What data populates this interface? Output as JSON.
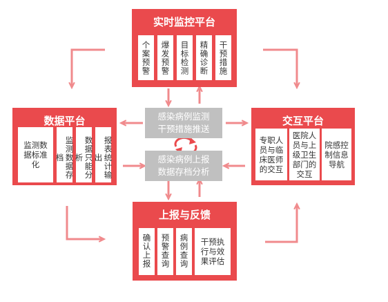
{
  "colors": {
    "accent": "#ea4a4d",
    "arrow": "#f08a8c",
    "center_box": "#c0c0c0"
  },
  "top": {
    "title": "实时监控平台",
    "cards": [
      "个案预警",
      "爆发预警",
      "目标检测",
      "精确诊断",
      "干预措施"
    ]
  },
  "left": {
    "title": "数据平台",
    "cards": [
      "监测数据标准化",
      "监测数据存档",
      "数据只能分析",
      "报表统计输出"
    ]
  },
  "right": {
    "title": "交互平台",
    "cards": [
      "专职人员与临床医师的交互",
      "医院人员与上级卫生部门的交互",
      "院感控制信息导航"
    ]
  },
  "bottom": {
    "title": "上报与反馈",
    "cards": [
      "确认上报",
      "预警查询",
      "病例查询",
      "干预执行与效果评估"
    ]
  },
  "center": {
    "upper_line1": "感染病例监测",
    "upper_line2": "干预措施推送",
    "lower_line1": "感染病例上报",
    "lower_line2": "数据存档分析"
  }
}
